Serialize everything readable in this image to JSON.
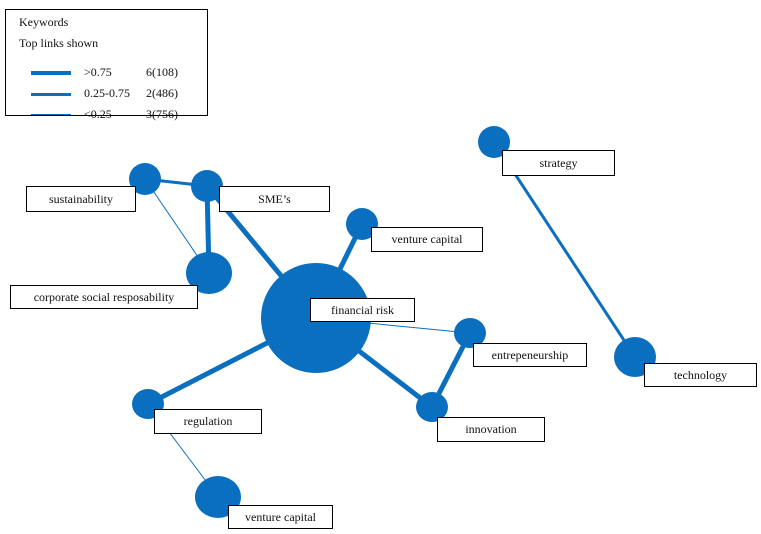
{
  "legend": {
    "title": "Keywords",
    "subtitle": "Top links shown",
    "rows": [
      {
        "range": ">0.75",
        "count": "6(108)"
      },
      {
        "range": "0.25-0.75",
        "count": "2(486)"
      },
      {
        "range": "<0.25",
        "count": "3(756)"
      }
    ]
  },
  "colors": {
    "node": "#0b6fbf",
    "edge": "#0b6fbf"
  },
  "nodes": [
    {
      "id": "sustainability",
      "label": "sustainability"
    },
    {
      "id": "smes",
      "label": "SME’s"
    },
    {
      "id": "csr",
      "label": "corporate social resposability"
    },
    {
      "id": "venture_capital_top",
      "label": "venture capital"
    },
    {
      "id": "financial_risk",
      "label": "financial risk"
    },
    {
      "id": "strategy",
      "label": "strategy"
    },
    {
      "id": "technology",
      "label": "technology"
    },
    {
      "id": "entrepreneurship",
      "label": "entrepeneurship"
    },
    {
      "id": "innovation",
      "label": "innovation"
    },
    {
      "id": "regulation",
      "label": "regulation"
    },
    {
      "id": "venture_capital_bottom",
      "label": "venture capital"
    }
  ],
  "links": [
    {
      "source": "sustainability",
      "target": "smes",
      "strength": "0.25-0.75"
    },
    {
      "source": "sustainability",
      "target": "csr",
      "strength": "<0.25"
    },
    {
      "source": "smes",
      "target": "csr",
      "strength": ">0.75"
    },
    {
      "source": "smes",
      "target": "financial_risk",
      "strength": ">0.75"
    },
    {
      "source": "venture_capital_top",
      "target": "financial_risk",
      "strength": ">0.75"
    },
    {
      "source": "financial_risk",
      "target": "entrepreneurship",
      "strength": "<0.25"
    },
    {
      "source": "financial_risk",
      "target": "innovation",
      "strength": ">0.75"
    },
    {
      "source": "financial_risk",
      "target": "regulation",
      "strength": ">0.75"
    },
    {
      "source": "entrepreneurship",
      "target": "innovation",
      "strength": ">0.75"
    },
    {
      "source": "regulation",
      "target": "venture_capital_bottom",
      "strength": "<0.25"
    },
    {
      "source": "strategy",
      "target": "technology",
      "strength": "0.25-0.75"
    }
  ]
}
